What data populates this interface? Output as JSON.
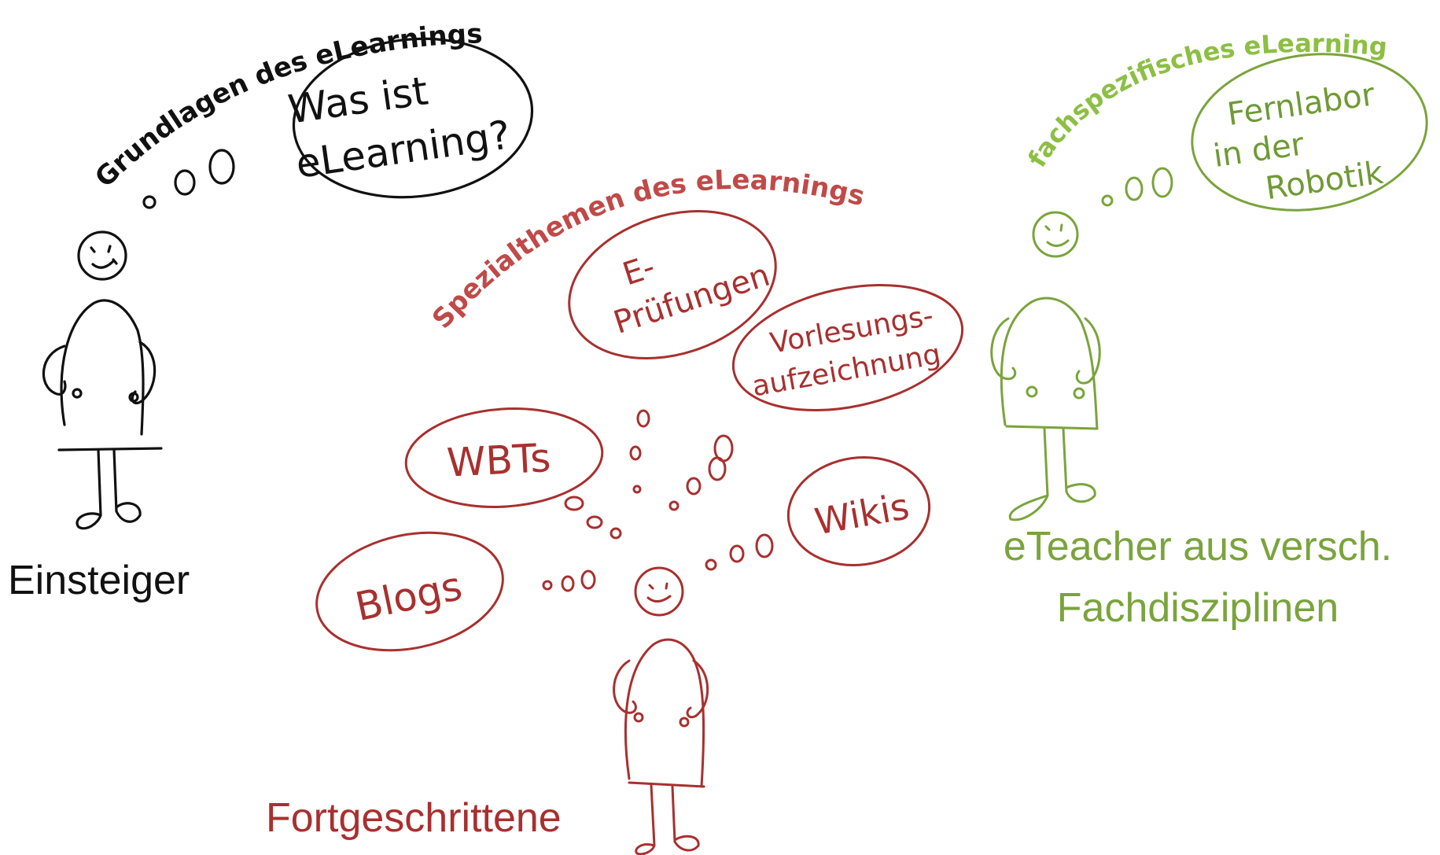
{
  "colors": {
    "beginner": "#111111",
    "advanced": "#a8302f",
    "teacher": "#7aa43c"
  },
  "groups": {
    "beginner": {
      "label": "Einsteiger",
      "arc_title": "Grundlagen des eLearnings",
      "bubbles": [
        {
          "lines": [
            "Was ist",
            "eLearning?"
          ]
        }
      ]
    },
    "advanced": {
      "label": "Fortgeschrittene",
      "arc_title": "Spezialthemen des eLearnings",
      "bubbles": [
        {
          "lines": [
            "E-",
            "Prüfungen"
          ]
        },
        {
          "lines": [
            "Vorlesungs-",
            "aufzeichnung"
          ]
        },
        {
          "lines": [
            "WBTs"
          ]
        },
        {
          "lines": [
            "Wikis"
          ]
        },
        {
          "lines": [
            "Blogs"
          ]
        }
      ]
    },
    "teacher": {
      "label_lines": [
        "eTeacher aus versch.",
        "Fachdisziplinen"
      ],
      "arc_title": "fachspezifisches eLearning",
      "bubbles": [
        {
          "lines": [
            "Fernlabor",
            "in der",
            "Robotik"
          ]
        }
      ]
    }
  }
}
